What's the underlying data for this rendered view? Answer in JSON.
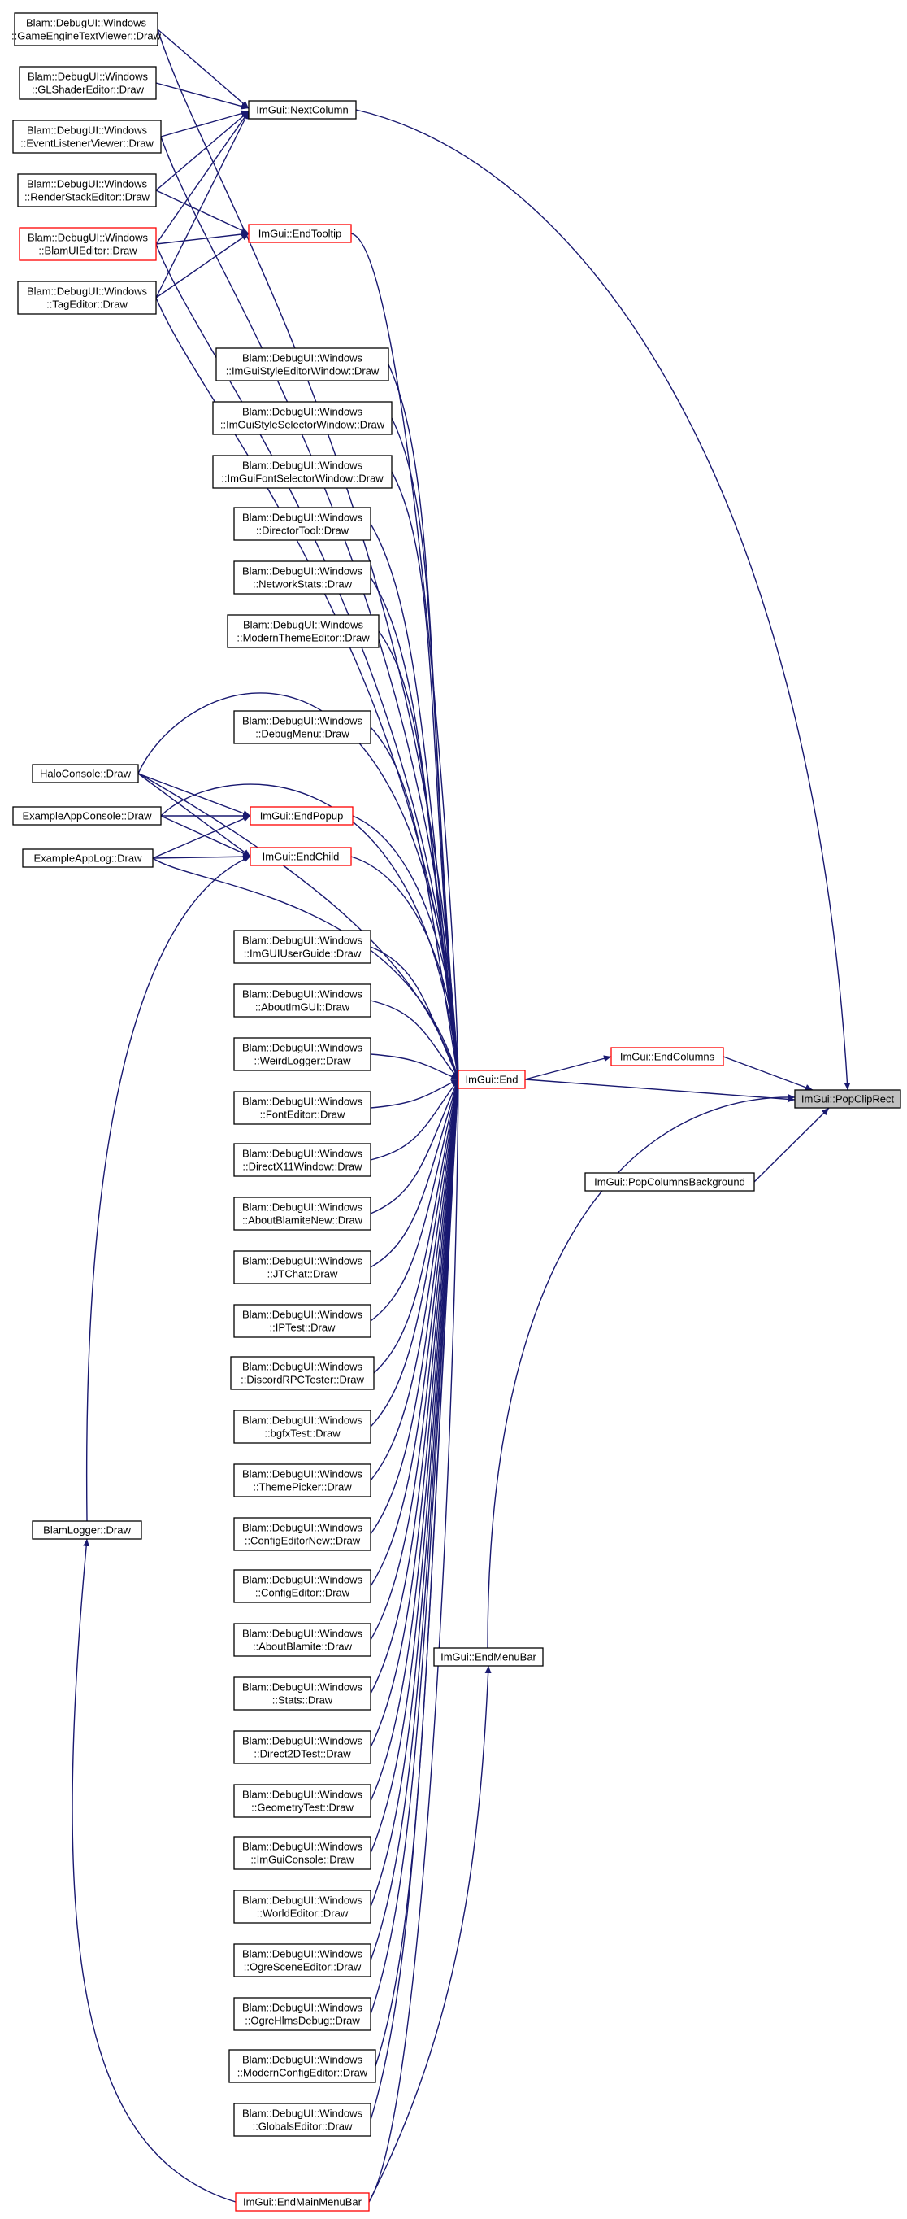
{
  "nodes": [
    {
      "id": "n_gettv",
      "lines": [
        "Blam::DebugUI::Windows",
        "::GameEngineTextViewer::Draw"
      ],
      "border": "black"
    },
    {
      "id": "n_glsh",
      "lines": [
        "Blam::DebugUI::Windows",
        "::GLShaderEditor::Draw"
      ],
      "border": "black"
    },
    {
      "id": "n_evlv",
      "lines": [
        "Blam::DebugUI::Windows",
        "::EventListenerViewer::Draw"
      ],
      "border": "black"
    },
    {
      "id": "n_rstk",
      "lines": [
        "Blam::DebugUI::Windows",
        "::RenderStackEditor::Draw"
      ],
      "border": "black"
    },
    {
      "id": "n_bui",
      "lines": [
        "Blam::DebugUI::Windows",
        "::BlamUIEditor::Draw"
      ],
      "border": "red"
    },
    {
      "id": "n_tag",
      "lines": [
        "Blam::DebugUI::Windows",
        "::TagEditor::Draw"
      ],
      "border": "black"
    },
    {
      "id": "n_nextcol",
      "lines": [
        "ImGui::NextColumn"
      ],
      "border": "black"
    },
    {
      "id": "n_endtt",
      "lines": [
        "ImGui::EndTooltip"
      ],
      "border": "red"
    },
    {
      "id": "n_stedit",
      "lines": [
        "Blam::DebugUI::Windows",
        "::ImGuiStyleEditorWindow::Draw"
      ],
      "border": "black"
    },
    {
      "id": "n_stsel",
      "lines": [
        "Blam::DebugUI::Windows",
        "::ImGuiStyleSelectorWindow::Draw"
      ],
      "border": "black"
    },
    {
      "id": "n_fontsel",
      "lines": [
        "Blam::DebugUI::Windows",
        "::ImGuiFontSelectorWindow::Draw"
      ],
      "border": "black"
    },
    {
      "id": "n_dirtool",
      "lines": [
        "Blam::DebugUI::Windows",
        "::DirectorTool::Draw"
      ],
      "border": "black"
    },
    {
      "id": "n_netst",
      "lines": [
        "Blam::DebugUI::Windows",
        "::NetworkStats::Draw"
      ],
      "border": "black"
    },
    {
      "id": "n_modth",
      "lines": [
        "Blam::DebugUI::Windows",
        "::ModernThemeEditor::Draw"
      ],
      "border": "black"
    },
    {
      "id": "n_dbgmenu",
      "lines": [
        "Blam::DebugUI::Windows",
        "::DebugMenu::Draw"
      ],
      "border": "black"
    },
    {
      "id": "n_halocon",
      "lines": [
        "HaloConsole::Draw"
      ],
      "border": "black"
    },
    {
      "id": "n_excon",
      "lines": [
        "ExampleAppConsole::Draw"
      ],
      "border": "black"
    },
    {
      "id": "n_exlog",
      "lines": [
        "ExampleAppLog::Draw"
      ],
      "border": "black"
    },
    {
      "id": "n_endpop",
      "lines": [
        "ImGui::EndPopup"
      ],
      "border": "red"
    },
    {
      "id": "n_endchild",
      "lines": [
        "ImGui::EndChild"
      ],
      "border": "red"
    },
    {
      "id": "n_guide",
      "lines": [
        "Blam::DebugUI::Windows",
        "::ImGUIUserGuide::Draw"
      ],
      "border": "black"
    },
    {
      "id": "n_aboutig",
      "lines": [
        "Blam::DebugUI::Windows",
        "::AboutImGUI::Draw"
      ],
      "border": "black"
    },
    {
      "id": "n_weird",
      "lines": [
        "Blam::DebugUI::Windows",
        "::WeirdLogger::Draw"
      ],
      "border": "black"
    },
    {
      "id": "n_font",
      "lines": [
        "Blam::DebugUI::Windows",
        "::FontEditor::Draw"
      ],
      "border": "black"
    },
    {
      "id": "n_dx11",
      "lines": [
        "Blam::DebugUI::Windows",
        "::DirectX11Window::Draw"
      ],
      "border": "black"
    },
    {
      "id": "n_abnew",
      "lines": [
        "Blam::DebugUI::Windows",
        "::AboutBlamiteNew::Draw"
      ],
      "border": "black"
    },
    {
      "id": "n_jtchat",
      "lines": [
        "Blam::DebugUI::Windows",
        "::JTChat::Draw"
      ],
      "border": "black"
    },
    {
      "id": "n_iptest",
      "lines": [
        "Blam::DebugUI::Windows",
        "::IPTest::Draw"
      ],
      "border": "black"
    },
    {
      "id": "n_discord",
      "lines": [
        "Blam::DebugUI::Windows",
        "::DiscordRPCTester::Draw"
      ],
      "border": "black"
    },
    {
      "id": "n_bgfx",
      "lines": [
        "Blam::DebugUI::Windows",
        "::bgfxTest::Draw"
      ],
      "border": "black"
    },
    {
      "id": "n_theme",
      "lines": [
        "Blam::DebugUI::Windows",
        "::ThemePicker::Draw"
      ],
      "border": "black"
    },
    {
      "id": "n_cfgnew",
      "lines": [
        "Blam::DebugUI::Windows",
        "::ConfigEditorNew::Draw"
      ],
      "border": "black"
    },
    {
      "id": "n_cfg",
      "lines": [
        "Blam::DebugUI::Windows",
        "::ConfigEditor::Draw"
      ],
      "border": "black"
    },
    {
      "id": "n_about",
      "lines": [
        "Blam::DebugUI::Windows",
        "::AboutBlamite::Draw"
      ],
      "border": "black"
    },
    {
      "id": "n_stats",
      "lines": [
        "Blam::DebugUI::Windows",
        "::Stats::Draw"
      ],
      "border": "black"
    },
    {
      "id": "n_d2d",
      "lines": [
        "Blam::DebugUI::Windows",
        "::Direct2DTest::Draw"
      ],
      "border": "black"
    },
    {
      "id": "n_geom",
      "lines": [
        "Blam::DebugUI::Windows",
        "::GeometryTest::Draw"
      ],
      "border": "black"
    },
    {
      "id": "n_igcon",
      "lines": [
        "Blam::DebugUI::Windows",
        "::ImGuiConsole::Draw"
      ],
      "border": "black"
    },
    {
      "id": "n_world",
      "lines": [
        "Blam::DebugUI::Windows",
        "::WorldEditor::Draw"
      ],
      "border": "black"
    },
    {
      "id": "n_ogrescn",
      "lines": [
        "Blam::DebugUI::Windows",
        "::OgreSceneEditor::Draw"
      ],
      "border": "black"
    },
    {
      "id": "n_ogrehlms",
      "lines": [
        "Blam::DebugUI::Windows",
        "::OgreHlmsDebug::Draw"
      ],
      "border": "black"
    },
    {
      "id": "n_modcfg",
      "lines": [
        "Blam::DebugUI::Windows",
        "::ModernConfigEditor::Draw"
      ],
      "border": "black"
    },
    {
      "id": "n_globals",
      "lines": [
        "Blam::DebugUI::Windows",
        "::GlobalsEditor::Draw"
      ],
      "border": "black"
    },
    {
      "id": "n_blamlog",
      "lines": [
        "BlamLogger::Draw"
      ],
      "border": "black"
    },
    {
      "id": "n_endmmb",
      "lines": [
        "ImGui::EndMainMenuBar"
      ],
      "border": "red"
    },
    {
      "id": "n_endmb",
      "lines": [
        "ImGui::EndMenuBar"
      ],
      "border": "black"
    },
    {
      "id": "n_end",
      "lines": [
        "ImGui::End"
      ],
      "border": "red"
    },
    {
      "id": "n_endcols",
      "lines": [
        "ImGui::EndColumns"
      ],
      "border": "red"
    },
    {
      "id": "n_popbg",
      "lines": [
        "ImGui::PopColumnsBackground"
      ],
      "border": "black"
    },
    {
      "id": "n_popclip",
      "lines": [
        "ImGui::PopClipRect"
      ],
      "border": "black",
      "highlight": true
    }
  ]
}
